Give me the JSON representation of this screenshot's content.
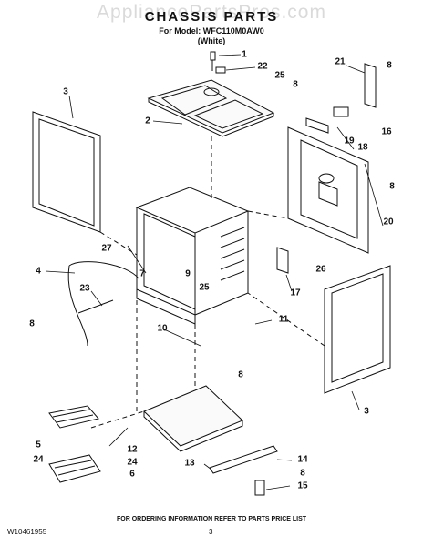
{
  "watermark": "AppliancePartsPros.com",
  "header": {
    "title": "CHASSIS PARTS",
    "model": "For Model: WFC110M0AW0",
    "color": "(White)"
  },
  "footer": {
    "ordering_info": "FOR ORDERING INFORMATION REFER TO PARTS PRICE LIST",
    "doc_number": "W10461955",
    "page_number": "3"
  },
  "callouts": {
    "c1": "1",
    "c22": "22",
    "c25a": "25",
    "c3a": "3",
    "c2": "2",
    "c21": "21",
    "c8a": "8",
    "c8b": "8",
    "c19": "19",
    "c16": "16",
    "c18": "18",
    "c8c": "8",
    "c20": "20",
    "c27": "27",
    "c7": "7",
    "c9": "9",
    "c4": "4",
    "c23": "23",
    "c25b": "25",
    "c26": "26",
    "c17": "17",
    "c8d": "8",
    "c10": "10",
    "c11": "11",
    "c8e": "8",
    "c3b": "3",
    "c5": "5",
    "c24a": "24",
    "c12": "12",
    "c24b": "24",
    "c6": "6",
    "c13": "13",
    "c14": "14",
    "c8f": "8",
    "c15": "15"
  }
}
